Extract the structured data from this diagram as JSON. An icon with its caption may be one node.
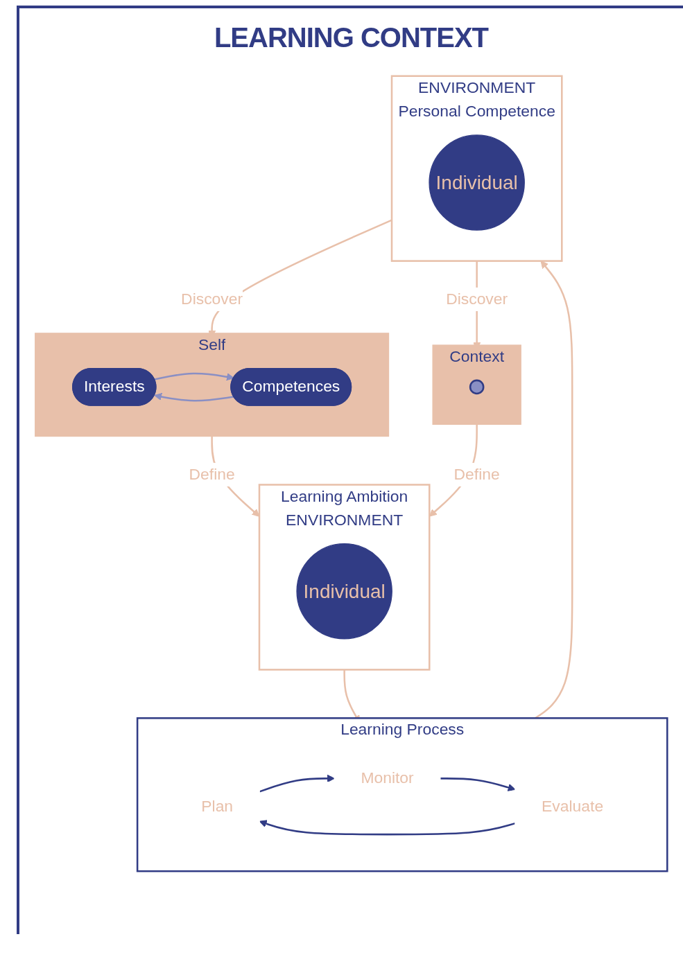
{
  "diagram": {
    "title": "LEARNING CONTEXT",
    "nodes": [
      {
        "text": [
          "Learning Ambition",
          "ENVIRONMENT"
        ]
      },
      {
        "text": [
          "Individual"
        ],
        "in": 0
      },
      {
        "text": [
          "Self"
        ]
      },
      {
        "text": [
          "Interests"
        ],
        "in": 2
      },
      {
        "text": [
          "Competences"
        ],
        "in": 2
      },
      {
        "text": [
          "Learning Process"
        ]
      },
      {
        "text": [
          "Plan"
        ],
        "in": 5
      },
      {
        "text": [
          "Monitor"
        ],
        "in": 5
      },
      {
        "text": [
          "Evaluate"
        ],
        "in": 5
      },
      {
        "text": [
          "Context"
        ]
      },
      {
        "text": [],
        "shape": "circle",
        "in": 9
      },
      {
        "text": [
          "ENVIRONMENT",
          "Personal Competence"
        ]
      },
      {
        "text": [
          "Individual"
        ],
        "in": 11
      }
    ],
    "edges": [
      {
        "from": 0,
        "to": 5,
        "arrow": "to"
      },
      {
        "from": 5,
        "to": 11,
        "arrow": "to"
      },
      {
        "from": 2,
        "to": 0,
        "arrow": "to",
        "label": "Define"
      },
      {
        "from": 9,
        "to": 0,
        "arrow": "to",
        "label": "Define"
      },
      {
        "from": 11,
        "to": 2,
        "arrow": "to",
        "label": "Discover"
      },
      {
        "from": 11,
        "to": 9,
        "arrow": "to",
        "label": "Discover"
      },
      {
        "from": 4,
        "to": 3,
        "arrow": "to",
        "color": "#8a8fc4"
      },
      {
        "from": 3,
        "to": 4,
        "arrow": "to",
        "color": "#8a8fc4"
      },
      {
        "from": 6,
        "to": 7,
        "arrow": "to",
        "color": "#313c85"
      },
      {
        "from": 7,
        "to": 8,
        "arrow": "to",
        "color": "#313c85"
      },
      {
        "from": 8,
        "to": 6,
        "arrow": "to",
        "color": "#313c85"
      }
    ]
  }
}
